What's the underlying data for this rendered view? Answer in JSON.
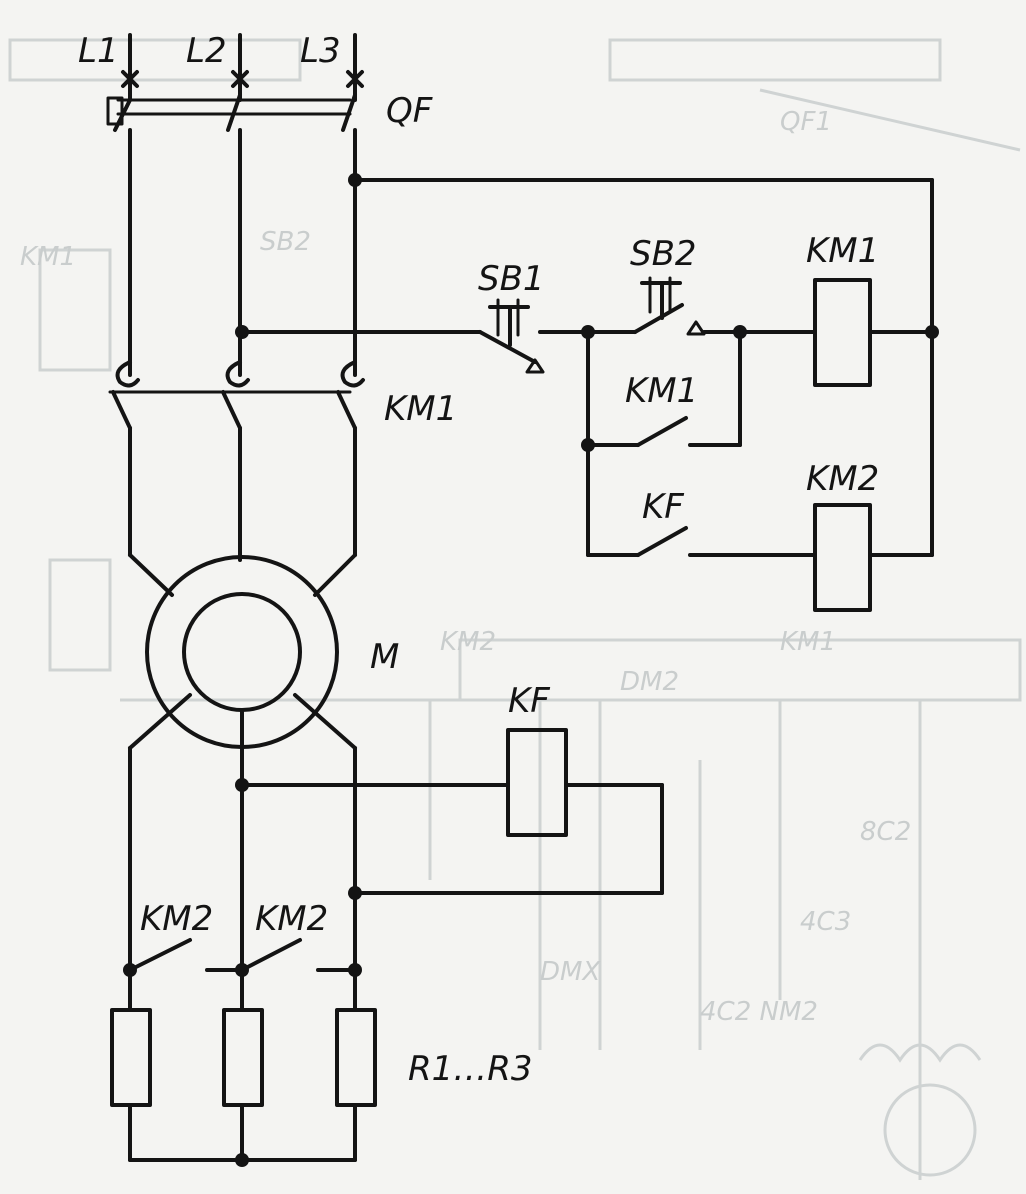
{
  "labels": {
    "l1": "L1",
    "l2": "L2",
    "l3": "L3",
    "qf": "QF",
    "km1_main": "KM1",
    "motor": "M",
    "sb1": "SB1",
    "sb2": "SB2",
    "km1_coil": "KM1",
    "km1_aux": "KM1",
    "kf_contact": "KF",
    "km2_coil": "KM2",
    "kf_relay": "KF",
    "km2_contact_a": "KM2",
    "km2_contact_b": "KM2",
    "resistors": "R1…R3"
  },
  "colors": {
    "ink": "#141414",
    "paper": "#f4f4f2",
    "bleed_through": "#cfd3d3"
  }
}
